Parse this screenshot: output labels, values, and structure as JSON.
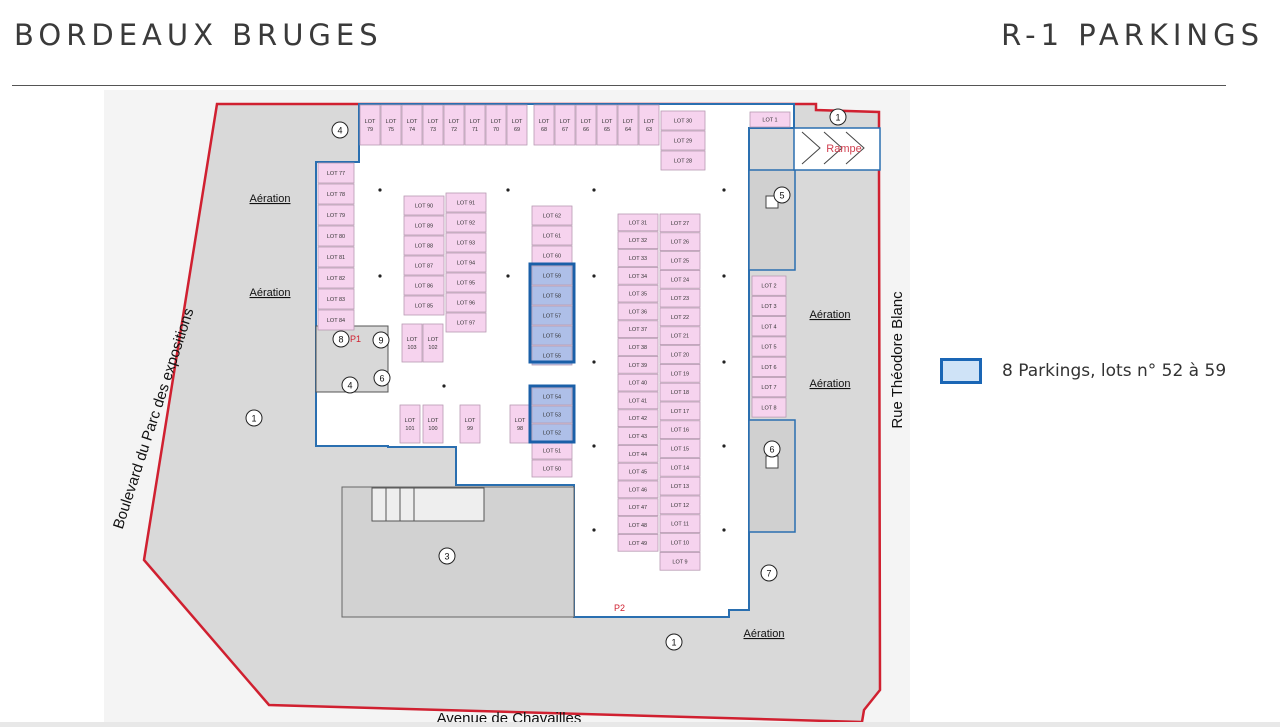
{
  "header": {
    "left_title": "BORDEAUX BRUGES",
    "right_title": "R-1 PARKINGS"
  },
  "legend": {
    "text": "8 Parkings, lots n° 52 à 59",
    "swatch_fill": "#cfe3f7",
    "swatch_border": "#1a66b5"
  },
  "streets": {
    "left": "Boulevard du Parc des expositions",
    "right": "Rue Théodore Blanc",
    "bottom": "Avenue de Chavailles"
  },
  "plan_labels": {
    "aeration": "Aération",
    "rampe": "Rampe",
    "p1": "P1",
    "p2": "P2"
  },
  "circles": [
    "1",
    "1",
    "1",
    "3",
    "4",
    "4",
    "5",
    "6",
    "6",
    "7",
    "8",
    "9"
  ],
  "lots": {
    "top_row": [
      "79",
      "75",
      "74",
      "73",
      "72",
      "71",
      "70",
      "69",
      "68",
      "67",
      "66",
      "65",
      "64",
      "63"
    ],
    "top_right_col": [
      "LOT 30",
      "LOT 29",
      "LOT 28"
    ],
    "lot1": "LOT 1",
    "left_col": [
      "LOT 77",
      "LOT 78",
      "LOT 79",
      "LOT 80",
      "LOT 81",
      "LOT 82",
      "LOT 83",
      "LOT 84"
    ],
    "island_a_left": [
      "LOT 90",
      "LOT 89",
      "LOT 88",
      "LOT 87",
      "LOT 86",
      "LOT 85"
    ],
    "island_a_right": [
      "LOT 91",
      "LOT 92",
      "LOT 93",
      "LOT 94",
      "LOT 95",
      "LOT 96",
      "LOT 97"
    ],
    "island_a_bottom": [
      "103",
      "102"
    ],
    "center_col": [
      "LOT 62",
      "LOT 61",
      "LOT 60",
      "LOT 59",
      "LOT 58",
      "LOT 57",
      "LOT 56",
      "LOT 55"
    ],
    "center_lower": [
      "LOT 54",
      "LOT 53",
      "LOT 52",
      "LOT 51",
      "LOT 50"
    ],
    "bottom_small": [
      "101",
      "100",
      "99",
      "98"
    ],
    "long_left": [
      "LOT 31",
      "LOT 32",
      "LOT 33",
      "LOT 34",
      "LOT 35",
      "LOT 36",
      "LOT 37",
      "LOT 38",
      "LOT 39",
      "LOT 40",
      "LOT 41",
      "LOT 42",
      "LOT 43",
      "LOT 44",
      "LOT 45",
      "LOT 46",
      "LOT 47",
      "LOT 48",
      "LOT 49"
    ],
    "long_right": [
      "LOT 27",
      "LOT 26",
      "LOT 25",
      "LOT 24",
      "LOT 23",
      "LOT 22",
      "LOT 21",
      "LOT 20",
      "LOT 19",
      "LOT 18",
      "LOT 17",
      "LOT 16",
      "LOT 15",
      "LOT 14",
      "LOT 13",
      "LOT 12",
      "LOT 11",
      "LOT 10",
      "LOT 9"
    ],
    "right_col": [
      "LOT 2",
      "LOT 3",
      "LOT 4",
      "LOT 5",
      "LOT 6",
      "LOT 7",
      "LOT 8"
    ]
  },
  "colors": {
    "lot_fill": "#f6d3ee",
    "lot_stroke": "#b89ab2",
    "highlight_fill": "#aebfe8",
    "highlight_stroke": "#1a5fa8",
    "boundary_red": "#d02030",
    "outer_gray": "#d9d9d9",
    "wall_blue": "#2a6fb0"
  }
}
